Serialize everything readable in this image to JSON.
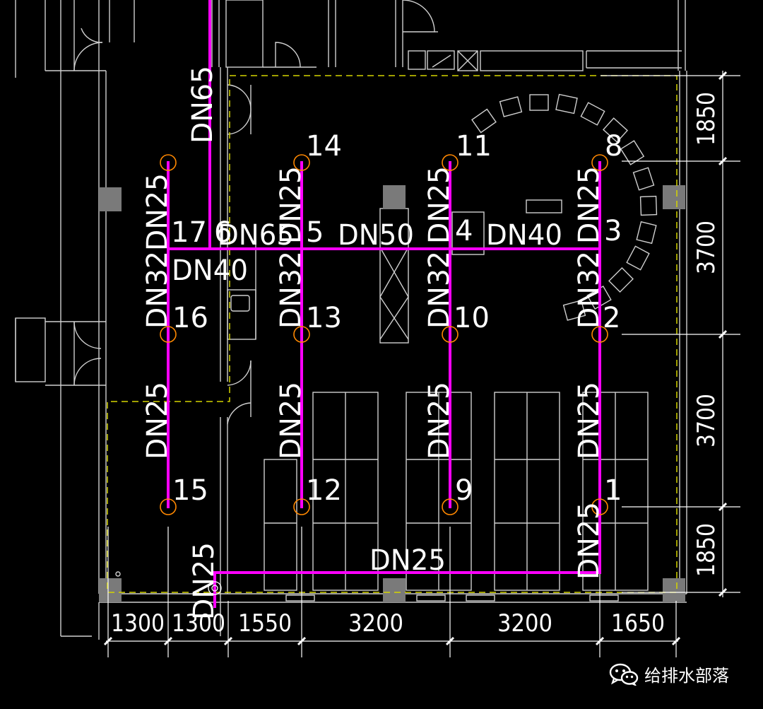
{
  "pipe_labels": {
    "riser_top": "DN65",
    "col1_top": "DN25",
    "col1_mid": "DN32",
    "col1_bot": "DN25",
    "main_left": "DN40",
    "col2_top": "DN25",
    "col2_mid": "DN32",
    "col2_bot": "DN25",
    "col3_top": "DN25",
    "col3_mid": "DN32",
    "col3_bot": "DN25",
    "col4_top": "DN25",
    "col4_mid": "DN32",
    "col4_bot": "DN25",
    "col4_feed": "DN25",
    "main_seg1": "DN65",
    "main_seg2": "DN50",
    "main_seg3": "DN40",
    "bottom_main": "DN25",
    "bottom_riser": "DN25"
  },
  "node_labels": {
    "n1": "1",
    "n2": "2",
    "n3": "3",
    "n4": "4",
    "n5": "5",
    "n6": "6",
    "n8": "8",
    "n9": "9",
    "n10": "10",
    "n11": "11",
    "n12": "12",
    "n13": "13",
    "n14": "14",
    "n15": "15",
    "n16": "16",
    "n17": "17"
  },
  "dimensions": {
    "horizontal": [
      "1300",
      "1300",
      "1550",
      "3200",
      "3200",
      "1650"
    ],
    "vertical": [
      "1850",
      "3700",
      "3700",
      "1850"
    ]
  },
  "watermark": {
    "text": "给排水部落",
    "icon": "wechat-icon"
  },
  "colors": {
    "pipe": "#ff00ff",
    "sprinkler": "#ff8800",
    "dim_text": "#ffffff",
    "boundary": "#d4d400",
    "wall": "#cfcfcf"
  }
}
